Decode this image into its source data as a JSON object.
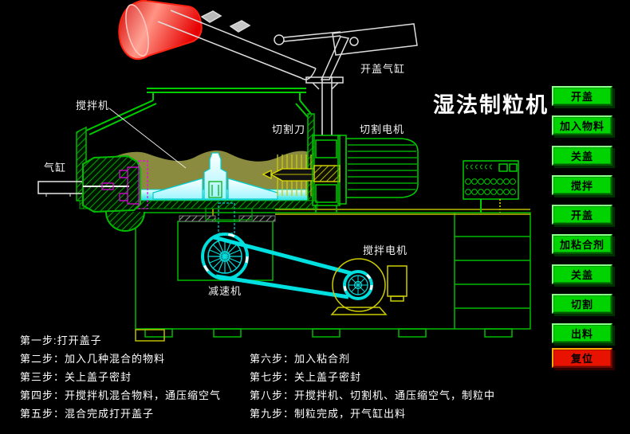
{
  "title": "湿法制粒机",
  "diagram": {
    "labels": {
      "mixer": "搅拌机",
      "cutter_knife": "切割刀",
      "cutter_motor": "切割电机",
      "lid_cylinder": "开盖气缸",
      "air_cylinder": "气缸",
      "mixing_motor": "搅拌电机",
      "reducer": "减速机"
    },
    "colors": {
      "outline_green": "#00cc00",
      "belt_cyan": "#00e0e0",
      "material_olive": "#8b8b3f",
      "chopper_yellow": "#cccc00",
      "lid_red": "#ff1100",
      "label_white": "#ffffff"
    }
  },
  "buttons": [
    {
      "label": "开盖",
      "color": "green"
    },
    {
      "label": "加入物料",
      "color": "green"
    },
    {
      "label": "关盖",
      "color": "green"
    },
    {
      "label": "搅拌",
      "color": "green"
    },
    {
      "label": "开盖",
      "color": "green"
    },
    {
      "label": "加粘合剂",
      "color": "green"
    },
    {
      "label": "关盖",
      "color": "green"
    },
    {
      "label": "切割",
      "color": "green"
    },
    {
      "label": "出料",
      "color": "green"
    },
    {
      "label": "复位",
      "color": "red"
    }
  ],
  "steps_left": [
    "第一步:打开盖子",
    "第二步：加入几种混合的物料",
    "第三步：关上盖子密封",
    "第四步：开搅拌机混合物料，通压缩空气",
    "第五步：混合完成打开盖子"
  ],
  "steps_right": [
    "第六步：加入粘合剂",
    "第七步：关上盖子密封",
    "第八步：开搅拌机、切割机、通压缩空气，制粒中",
    "第九步：制粒完成，开气缸出料"
  ]
}
